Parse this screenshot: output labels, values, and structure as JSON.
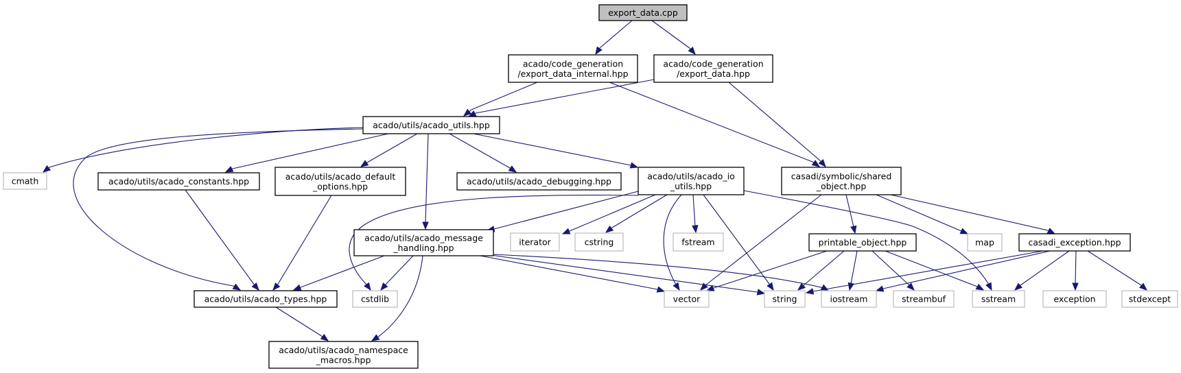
{
  "diagram": {
    "title": "export_data.cpp",
    "type": "include-dependency-graph",
    "colors": {
      "edge": "#191970",
      "root_fill": "#bfbfbf",
      "local_border": "#000000",
      "system_border": "#bfbfbf"
    },
    "nodes": [
      {
        "id": "n0",
        "label": [
          "export_data.cpp"
        ],
        "kind": "root"
      },
      {
        "id": "n1",
        "label": [
          "acado/code_generation",
          "/export_data_internal.hpp"
        ],
        "kind": "local"
      },
      {
        "id": "n2",
        "label": [
          "acado/code_generation",
          "/export_data.hpp"
        ],
        "kind": "local"
      },
      {
        "id": "n3",
        "label": [
          "acado/utils/acado_utils.hpp"
        ],
        "kind": "local"
      },
      {
        "id": "n4",
        "label": [
          "cmath"
        ],
        "kind": "system"
      },
      {
        "id": "n5",
        "label": [
          "acado/utils/acado_constants.hpp"
        ],
        "kind": "local"
      },
      {
        "id": "n6",
        "label": [
          "acado/utils/acado_default",
          "_options.hpp"
        ],
        "kind": "local"
      },
      {
        "id": "n7",
        "label": [
          "acado/utils/acado_debugging.hpp"
        ],
        "kind": "local"
      },
      {
        "id": "n8",
        "label": [
          "acado/utils/acado_io",
          "_utils.hpp"
        ],
        "kind": "local"
      },
      {
        "id": "n9",
        "label": [
          "casadi/symbolic/shared",
          "_object.hpp"
        ],
        "kind": "local"
      },
      {
        "id": "n10",
        "label": [
          "acado/utils/acado_message",
          "_handling.hpp"
        ],
        "kind": "local"
      },
      {
        "id": "n11",
        "label": [
          "iterator"
        ],
        "kind": "system"
      },
      {
        "id": "n12",
        "label": [
          "cstring"
        ],
        "kind": "system"
      },
      {
        "id": "n13",
        "label": [
          "fstream"
        ],
        "kind": "system"
      },
      {
        "id": "n14",
        "label": [
          "printable_object.hpp"
        ],
        "kind": "local"
      },
      {
        "id": "n15",
        "label": [
          "map"
        ],
        "kind": "system"
      },
      {
        "id": "n16",
        "label": [
          "casadi_exception.hpp"
        ],
        "kind": "local"
      },
      {
        "id": "n17",
        "label": [
          "acado/utils/acado_types.hpp"
        ],
        "kind": "local"
      },
      {
        "id": "n18",
        "label": [
          "cstdlib"
        ],
        "kind": "system"
      },
      {
        "id": "n19",
        "label": [
          "vector"
        ],
        "kind": "system"
      },
      {
        "id": "n20",
        "label": [
          "string"
        ],
        "kind": "system"
      },
      {
        "id": "n21",
        "label": [
          "iostream"
        ],
        "kind": "system"
      },
      {
        "id": "n22",
        "label": [
          "streambuf"
        ],
        "kind": "system"
      },
      {
        "id": "n23",
        "label": [
          "sstream"
        ],
        "kind": "system"
      },
      {
        "id": "n24",
        "label": [
          "exception"
        ],
        "kind": "system"
      },
      {
        "id": "n25",
        "label": [
          "stdexcept"
        ],
        "kind": "system"
      },
      {
        "id": "n26",
        "label": [
          "acado/utils/acado_namespace",
          "_macros.hpp"
        ],
        "kind": "local"
      }
    ],
    "edges": [
      {
        "from": "n0",
        "to": "n1"
      },
      {
        "from": "n0",
        "to": "n2"
      },
      {
        "from": "n1",
        "to": "n3"
      },
      {
        "from": "n1",
        "to": "n9"
      },
      {
        "from": "n2",
        "to": "n3"
      },
      {
        "from": "n2",
        "to": "n9"
      },
      {
        "from": "n3",
        "to": "n4"
      },
      {
        "from": "n3",
        "to": "n5"
      },
      {
        "from": "n3",
        "to": "n6"
      },
      {
        "from": "n3",
        "to": "n7"
      },
      {
        "from": "n3",
        "to": "n8"
      },
      {
        "from": "n3",
        "to": "n10"
      },
      {
        "from": "n3",
        "to": "n17"
      },
      {
        "from": "n5",
        "to": "n17"
      },
      {
        "from": "n6",
        "to": "n17"
      },
      {
        "from": "n8",
        "to": "n10"
      },
      {
        "from": "n8",
        "to": "n11"
      },
      {
        "from": "n8",
        "to": "n12"
      },
      {
        "from": "n8",
        "to": "n13"
      },
      {
        "from": "n8",
        "to": "n18"
      },
      {
        "from": "n8",
        "to": "n19"
      },
      {
        "from": "n8",
        "to": "n20"
      },
      {
        "from": "n8",
        "to": "n23"
      },
      {
        "from": "n9",
        "to": "n14"
      },
      {
        "from": "n9",
        "to": "n15"
      },
      {
        "from": "n9",
        "to": "n16"
      },
      {
        "from": "n9",
        "to": "n19"
      },
      {
        "from": "n10",
        "to": "n17"
      },
      {
        "from": "n10",
        "to": "n18"
      },
      {
        "from": "n10",
        "to": "n19"
      },
      {
        "from": "n10",
        "to": "n20"
      },
      {
        "from": "n10",
        "to": "n21"
      },
      {
        "from": "n10",
        "to": "n26"
      },
      {
        "from": "n14",
        "to": "n19"
      },
      {
        "from": "n14",
        "to": "n20"
      },
      {
        "from": "n14",
        "to": "n21"
      },
      {
        "from": "n14",
        "to": "n22"
      },
      {
        "from": "n14",
        "to": "n23"
      },
      {
        "from": "n16",
        "to": "n20"
      },
      {
        "from": "n16",
        "to": "n21"
      },
      {
        "from": "n16",
        "to": "n23"
      },
      {
        "from": "n16",
        "to": "n24"
      },
      {
        "from": "n16",
        "to": "n25"
      },
      {
        "from": "n17",
        "to": "n26"
      }
    ]
  }
}
